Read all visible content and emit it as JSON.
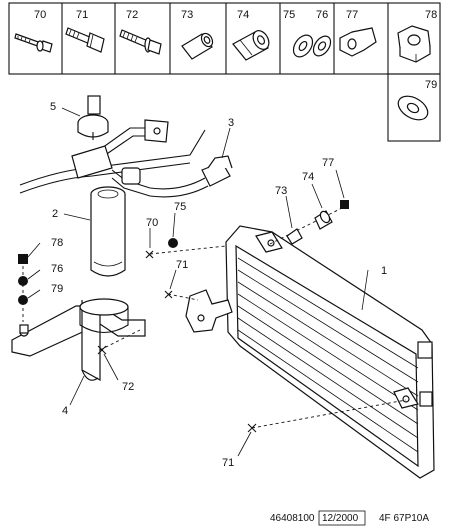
{
  "diagram": {
    "parts_strip": [
      {
        "ref": "70",
        "icon": "long-bolt-icon"
      },
      {
        "ref": "71",
        "icon": "hex-bolt-icon"
      },
      {
        "ref": "72",
        "icon": "flange-bolt-icon"
      },
      {
        "ref": "73",
        "icon": "spacer-sleeve-icon"
      },
      {
        "ref": "74",
        "icon": "rubber-bush-icon"
      },
      {
        "ref": "75",
        "icon": "washer-icon"
      },
      {
        "ref": "76",
        "icon": "washer-icon"
      },
      {
        "ref": "77",
        "icon": "collar-nut-icon"
      },
      {
        "ref": "78",
        "icon": "hex-nut-icon"
      },
      {
        "ref": "79",
        "icon": "washer-icon"
      }
    ],
    "callouts": {
      "c1": "1",
      "c2": "2",
      "c3": "3",
      "c4": "4",
      "c5": "5",
      "c70": "70",
      "c71a": "71",
      "c71b": "71",
      "c72": "72",
      "c73": "73",
      "c74": "74",
      "c75": "75",
      "c76": "76",
      "c77": "77",
      "c78": "78",
      "c79": "79"
    },
    "footer": {
      "ref_number": "46408100",
      "date": "12/2000",
      "code": "4F 67P10A"
    }
  }
}
